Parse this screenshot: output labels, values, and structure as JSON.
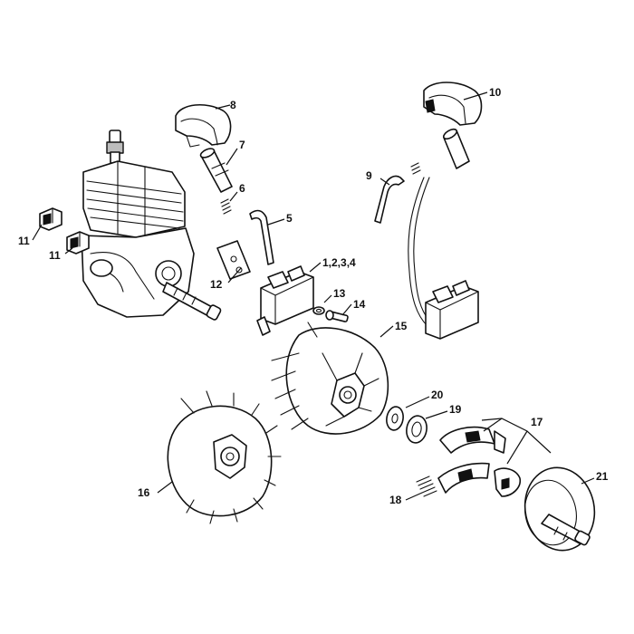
{
  "callouts": {
    "c8": "8",
    "c10": "10",
    "c7": "7",
    "c9": "9",
    "c6": "6",
    "c5": "5",
    "c11a": "11",
    "c11b": "11",
    "c1234": "1,2,3,4",
    "c12": "12",
    "c13": "13",
    "c14": "14",
    "c15": "15",
    "c20": "20",
    "c19": "19",
    "c17": "17",
    "c16": "16",
    "c21": "21",
    "c18": "18"
  }
}
